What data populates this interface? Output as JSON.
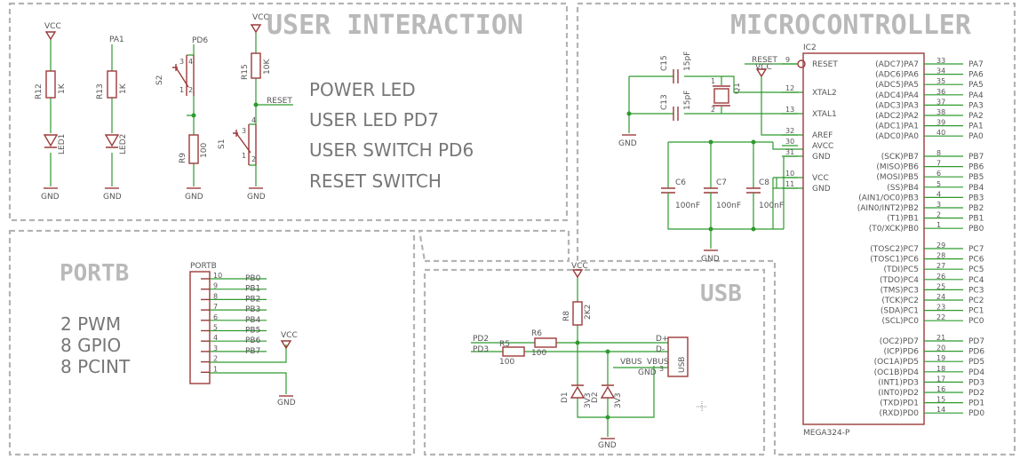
{
  "sections": {
    "user_interaction": "USER INTERACTION",
    "microcontroller": "MICROCONTROLLER",
    "portb": "PORTB",
    "usb": "USB"
  },
  "user_notes": [
    "POWER LED",
    "USER LED PD7",
    "USER SWITCH PD6",
    "RESET SWITCH"
  ],
  "portb_notes": [
    "2 PWM",
    "8 GPIO",
    "8 PCINT"
  ],
  "user_parts": {
    "vcc": "VCC",
    "gnd": "GND",
    "pa1": "PA1",
    "pd6": "PD6",
    "reset": "RESET",
    "r12": "R12",
    "r12_val": "1K",
    "led1": "LED1",
    "r13": "R13",
    "r13_val": "1K",
    "led2": "LED2",
    "s2": "S2",
    "r9": "R9",
    "r9_val": "100",
    "r15": "R15",
    "r15_val": "10K",
    "s1": "S1",
    "pin1": "1",
    "pin2": "2",
    "pin3": "3",
    "pin4": "4"
  },
  "mcu": {
    "ref": "IC2",
    "name": "MEGA324-P",
    "reset_pin": "9",
    "left_pins": [
      {
        "num": "9",
        "label": "RESET"
      },
      {
        "num": "12",
        "label": "XTAL2"
      },
      {
        "num": "13",
        "label": "XTAL1"
      },
      {
        "num": "32",
        "label": "AREF"
      },
      {
        "num": "30",
        "label": "AVCC"
      },
      {
        "num": "31",
        "label": "GND"
      },
      {
        "num": "10",
        "label": "VCC"
      },
      {
        "num": "11",
        "label": "GND"
      }
    ],
    "right_pins": [
      {
        "label": "(ADC7)PA7",
        "num": "33",
        "net": "PA7"
      },
      {
        "label": "(ADC6)PA6",
        "num": "34",
        "net": "PA6"
      },
      {
        "label": "(ADC5)PA5",
        "num": "35",
        "net": "PA5"
      },
      {
        "label": "(ADC4)PA4",
        "num": "36",
        "net": "PA4"
      },
      {
        "label": "(ADC3)PA3",
        "num": "37",
        "net": "PA3"
      },
      {
        "label": "(ADC2)PA2",
        "num": "38",
        "net": "PA2"
      },
      {
        "label": "(ADC1)PA1",
        "num": "39",
        "net": "PA1"
      },
      {
        "label": "(ADC0)PA0",
        "num": "40",
        "net": "PA0"
      },
      {
        "label": "(SCK)PB7",
        "num": "8",
        "net": "PB7"
      },
      {
        "label": "(MISO)PB6",
        "num": "7",
        "net": "PB6"
      },
      {
        "label": "(MOSI)PB5",
        "num": "6",
        "net": "PB5"
      },
      {
        "label": "(SS)PB4",
        "num": "5",
        "net": "PB4"
      },
      {
        "label": "(AIN1/OC0)PB3",
        "num": "4",
        "net": "PB3"
      },
      {
        "label": "(AIN0/INT2)PB2",
        "num": "3",
        "net": "PB2"
      },
      {
        "label": "(T1)PB1",
        "num": "2",
        "net": "PB1"
      },
      {
        "label": "(T0/XCK)PB0",
        "num": "1",
        "net": "PB0"
      },
      {
        "label": "(TOSC2)PC7",
        "num": "29",
        "net": "PC7"
      },
      {
        "label": "(TOSC1)PC6",
        "num": "28",
        "net": "PC6"
      },
      {
        "label": "(TDI)PC5",
        "num": "27",
        "net": "PC5"
      },
      {
        "label": "(TDO)PC4",
        "num": "26",
        "net": "PC4"
      },
      {
        "label": "(TMS)PC3",
        "num": "25",
        "net": "PC3"
      },
      {
        "label": "(TCK)PC2",
        "num": "24",
        "net": "PC2"
      },
      {
        "label": "(SDA)PC1",
        "num": "23",
        "net": "PC1"
      },
      {
        "label": "(SCL)PC0",
        "num": "22",
        "net": "PC0"
      },
      {
        "label": "(OC2)PD7",
        "num": "21",
        "net": "PD7"
      },
      {
        "label": "(ICP)PD6",
        "num": "20",
        "net": "PD6"
      },
      {
        "label": "(OC1A)PD5",
        "num": "19",
        "net": "PD5"
      },
      {
        "label": "(OC1B)PD4",
        "num": "18",
        "net": "PD4"
      },
      {
        "label": "(INT1)PD3",
        "num": "17",
        "net": "PD3"
      },
      {
        "label": "(INT0)PD2",
        "num": "16",
        "net": "PD2"
      },
      {
        "label": "(TXD)PD1",
        "num": "15",
        "net": "PD1"
      },
      {
        "label": "(RXD)PD0",
        "num": "14",
        "net": "PD0"
      }
    ]
  },
  "mcu_parts": {
    "c15": "C15",
    "c15_val": "15pF",
    "c13": "C13",
    "c13_val": "15pF",
    "q1": "Q1",
    "reset": "RESET",
    "vcc": "VCC",
    "gnd": "GND",
    "c6": "C6",
    "c7": "C7",
    "c8": "C8",
    "cap_val": "100nF",
    "pin1": "1",
    "pin2": "2"
  },
  "portb_header": {
    "ref": "PORTB",
    "pins": [
      {
        "num": "10",
        "net": "PB0"
      },
      {
        "num": "9",
        "net": "PB1"
      },
      {
        "num": "8",
        "net": "PB2"
      },
      {
        "num": "7",
        "net": "PB3"
      },
      {
        "num": "6",
        "net": "PB4"
      },
      {
        "num": "5",
        "net": "PB5"
      },
      {
        "num": "4",
        "net": "PB6"
      },
      {
        "num": "3",
        "net": "PB7"
      },
      {
        "num": "2",
        "net": ""
      },
      {
        "num": "1",
        "net": ""
      }
    ],
    "vcc": "VCC",
    "gnd": "GND"
  },
  "usb_parts": {
    "vcc": "VCC",
    "gnd": "GND",
    "r8": "R8",
    "r8_val": "2K2",
    "r6": "R6",
    "r5": "R5",
    "r_val": "100",
    "pd2": "PD2",
    "pd3": "PD3",
    "dplus": "D+",
    "dminus": "D-",
    "vbus": "VBUS",
    "vbus2": "VBUS",
    "gnd_pin": "GND",
    "pin3": "3",
    "usb": "USB",
    "d1": "D1",
    "d2": "D2",
    "z_val": "3V3"
  }
}
